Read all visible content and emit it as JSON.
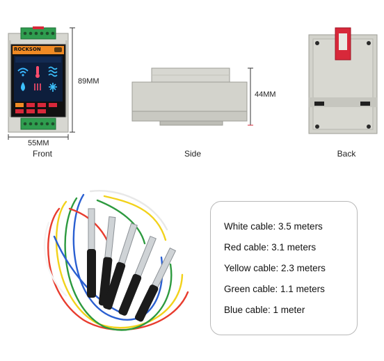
{
  "dimensions": {
    "height_front": "89MM",
    "width_front": "55MM",
    "height_side": "44MM"
  },
  "views": {
    "front": "Front",
    "side": "Side",
    "back": "Back"
  },
  "device": {
    "brand": "ROCKSON"
  },
  "cables": [
    {
      "label": "White cable: 3.5 meters"
    },
    {
      "label": "Red cable: 3.1 meters"
    },
    {
      "label": "Yellow cable: 2.3 meters"
    },
    {
      "label": "Green cable: 1.1 meters"
    },
    {
      "label": "Blue cable: 1 meter"
    }
  ],
  "colors": {
    "housing": "#d6d6cf",
    "terminal_green": "#2e9e4e",
    "screen_dark": "#0d1e3c",
    "brand_orange": "#f08a24",
    "latch_red": "#d8283a"
  }
}
